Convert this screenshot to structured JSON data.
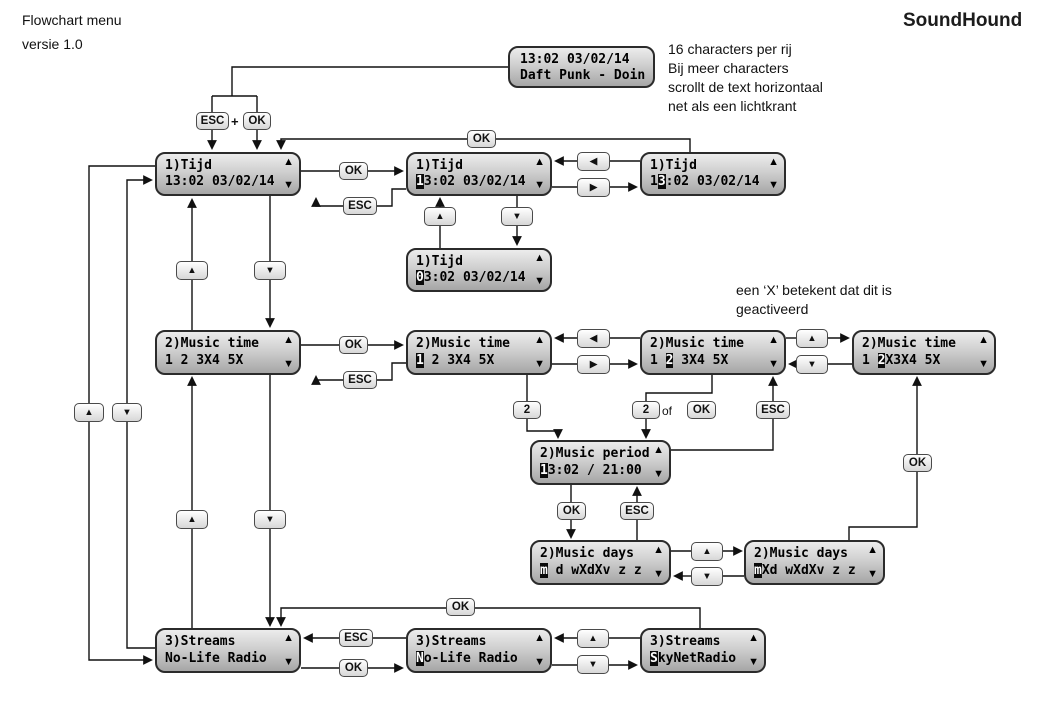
{
  "header": {
    "title": "Flowchart menu",
    "version": "versie 1.0",
    "brand": "SoundHound"
  },
  "notes": {
    "scroll": [
      "16 characters per rij",
      "Bij meer characters",
      "scrollt de text horizontaal",
      "net als een lichtkrant"
    ],
    "activated": [
      "een ‘X’ betekent dat dit is",
      "geactiveerd"
    ]
  },
  "glyphs": {
    "up": "▲",
    "down": "▼",
    "left": "◀",
    "right": "▶"
  },
  "buttons": {
    "ok": "OK",
    "esc": "ESC",
    "plus": "+",
    "two": "2",
    "of": "of"
  },
  "lcds": {
    "status": {
      "l1p": "13:02 03/02/14",
      "l2p": "Daft Punk - Doin"
    },
    "tijd": {
      "l1p": "1)Tijd",
      "l2p": "13:02 03/02/14"
    },
    "tijd_cur1": {
      "l1p": "1)Tijd",
      "l2i": "1",
      "l2o": "3:02 03/02/14"
    },
    "tijd_cur2": {
      "l1p": "1)Tijd",
      "l2p": "1",
      "l2i": "3",
      "l2o": ":02 03/02/14"
    },
    "tijd_edit": {
      "l1p": "1)Tijd",
      "l2i": "0",
      "l2o": "3:02 03/02/14"
    },
    "music": {
      "l1p": "2)Music time",
      "l2p": "1 2 3X4 5X"
    },
    "music_cur1": {
      "l1p": "2)Music time",
      "l2i": "1",
      "l2o": " 2 3X4 5X"
    },
    "music_cur2": {
      "l1p": "2)Music time",
      "l2p": "1 ",
      "l2i": "2",
      "l2o": " 3X4 5X"
    },
    "music_act": {
      "l1p": "2)Music time",
      "l2p": "1 ",
      "l2i": "2",
      "l2o": "X3X4 5X"
    },
    "period": {
      "l1p": "2)Music period",
      "l2i": "1",
      "l2o": "3:02 / 21:00"
    },
    "days": {
      "l1p": "2)Music days",
      "l2i": "m",
      "l2o": " d wXdXv z z"
    },
    "days_act": {
      "l1p": "2)Music days",
      "l2i": "m",
      "l2o": "Xd wXdXv z z"
    },
    "streams": {
      "l1p": "3)Streams",
      "l2p": "No-Life Radio"
    },
    "streams_cur": {
      "l1p": "3)Streams",
      "l2i": "N",
      "l2o": "o-Life Radio"
    },
    "streams_alt": {
      "l1p": "3)Streams",
      "l2i": "S",
      "l2o": "kyNetRadio"
    }
  }
}
